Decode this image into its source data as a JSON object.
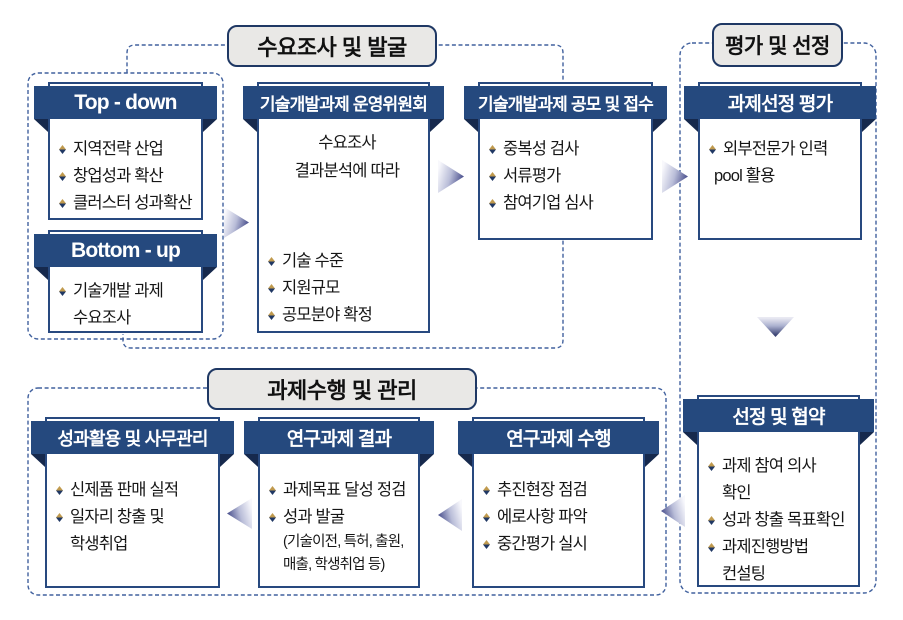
{
  "stage_labels": {
    "demand": "수요조사 및 발굴",
    "evaluation": "평가 및 선정",
    "execution": "과제수행 및 관리"
  },
  "boxes": {
    "topdown": {
      "title": "Top - down",
      "lines": [
        "지역전략 산업",
        "창업성과 확산",
        "클러스터 성과확산"
      ]
    },
    "bottomup": {
      "title": "Bottom - up",
      "lines": [
        "기술개발 과제",
        "수요조사"
      ]
    },
    "committee": {
      "title": "기술개발과제 운영위원회",
      "center": [
        "수요조사",
        "결과분석에 따라"
      ],
      "lines": [
        "기술 수준",
        "지원규모",
        "공모분야 확정"
      ]
    },
    "apply": {
      "title": "기술개발과제 공모 및 접수",
      "lines": [
        "중복성 검사",
        "서류평가",
        "참여기업 심사"
      ]
    },
    "evaluation": {
      "title": "과제선정 평가",
      "lines": [
        "외부전문가 인력",
        "pool 활용"
      ]
    },
    "select": {
      "title": "선정 및 협약",
      "lines": [
        "과제 참여 의사",
        "확인",
        "성과 창출 목표확인",
        "과제진행방법",
        "컨설팅"
      ]
    },
    "result_use": {
      "title": "성과활용 및 사무관리",
      "lines": [
        "신제품 판매 실적",
        "일자리 창출 및",
        "학생취업"
      ]
    },
    "result": {
      "title": "연구과제 결과",
      "lines": [
        "과제목표 달성 정검",
        "성과 발굴",
        "(기술이전, 특허, 출원,",
        "매출, 학생취업 등)"
      ]
    },
    "perform": {
      "title": "연구과제 수행",
      "lines": [
        "추진현장 점검",
        "에로사항 파악",
        "중간평가 실시"
      ]
    }
  },
  "icons": {
    "bullet": "diamond-bullet",
    "arrows": [
      "right-arrow",
      "right-arrow",
      "right-arrow",
      "down-arrow",
      "left-arrow",
      "left-arrow",
      "left-arrow"
    ]
  },
  "colors": {
    "header_navy": "#25497e",
    "fold_navy": "#16294d",
    "border_navy": "#28497f",
    "dashed_blue": "#41619e",
    "label_bg": "#e9e8e6",
    "bullet_gold": "#c09a4e",
    "arrow_dark": "#4e5490",
    "text": "#161616"
  }
}
